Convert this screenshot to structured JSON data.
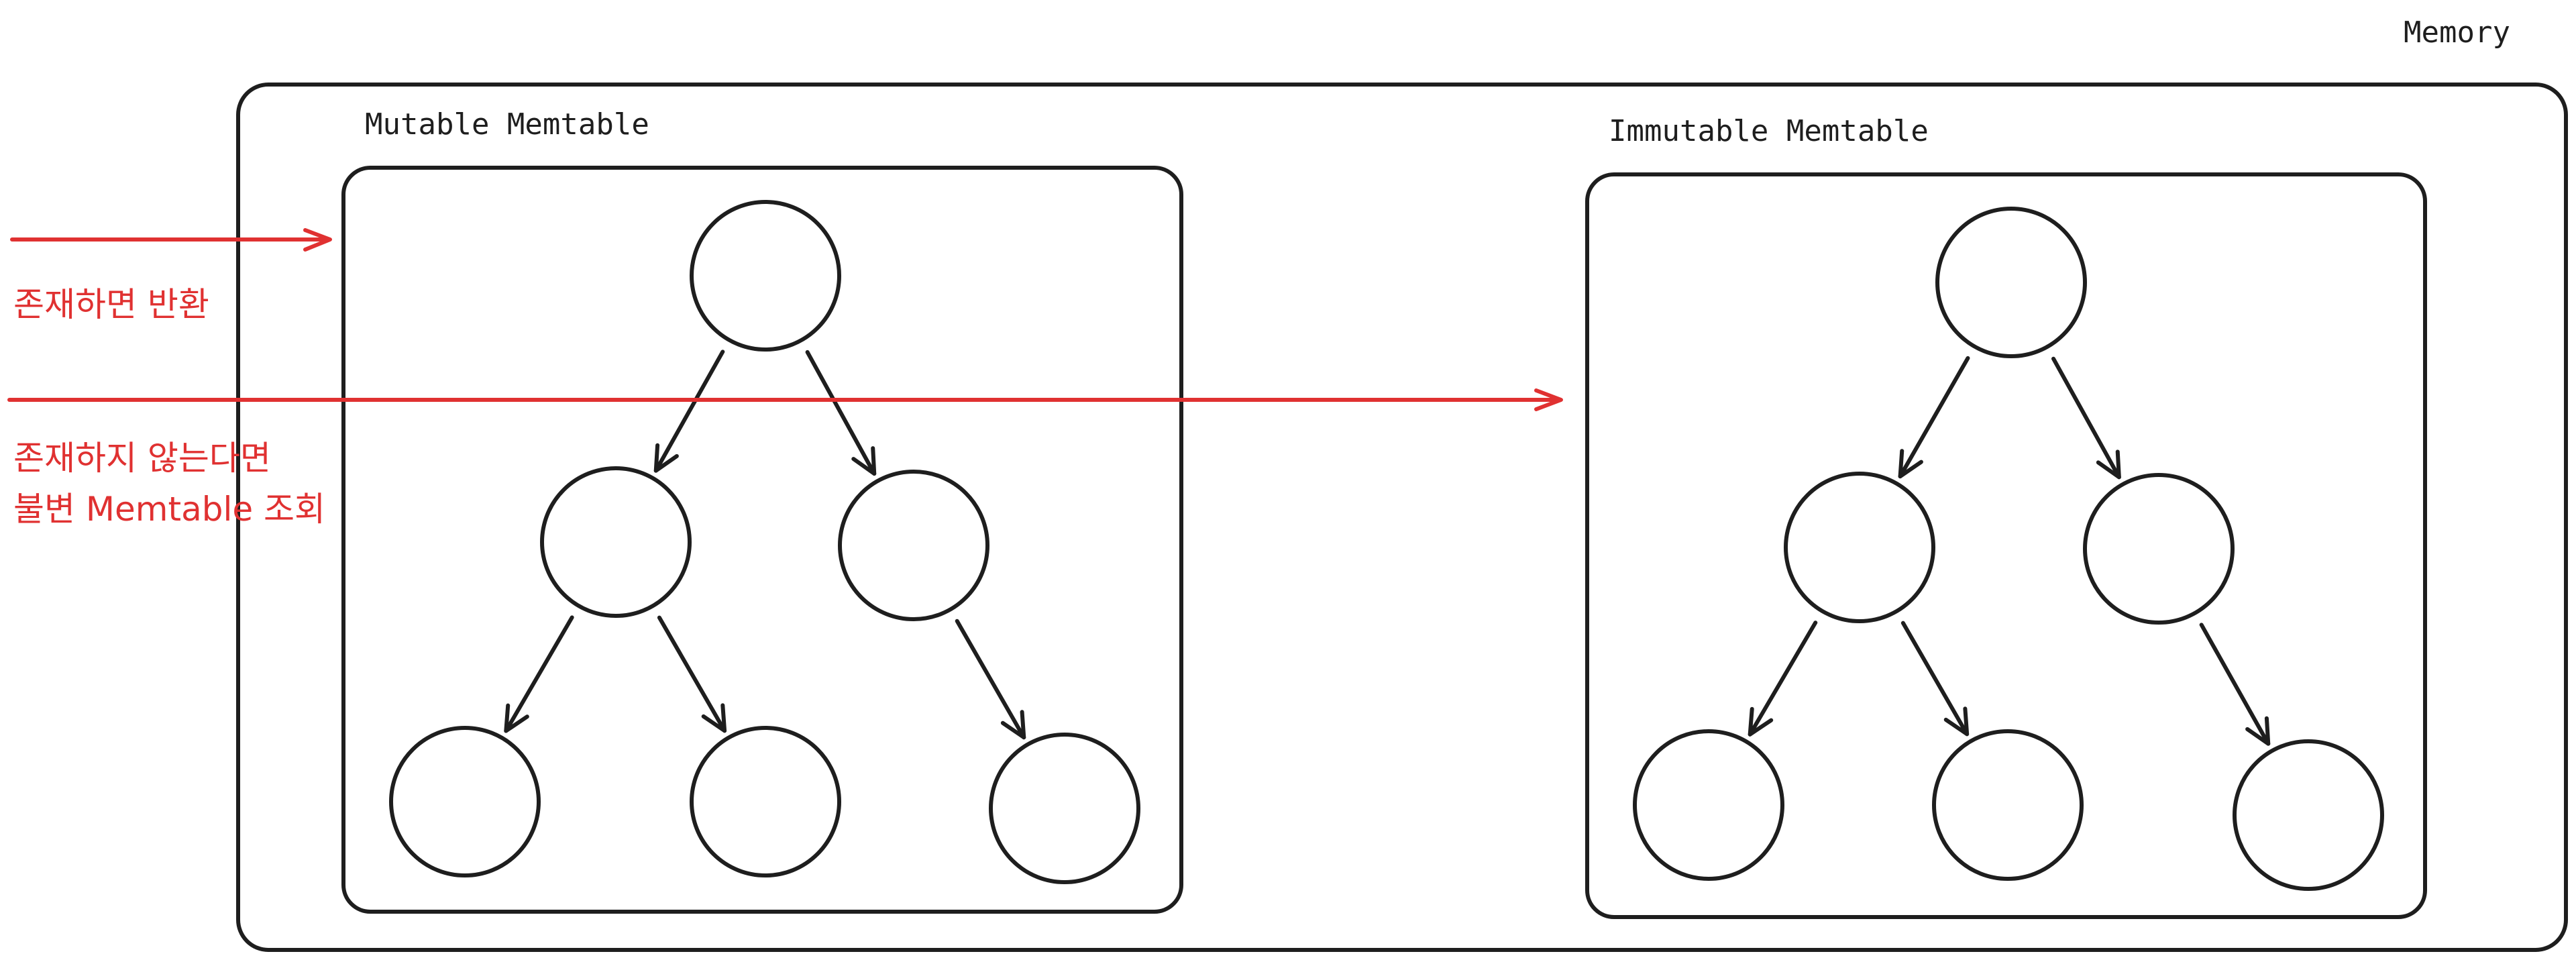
{
  "labels": {
    "memory": "Memory",
    "mutable": "Mutable Memtable",
    "immutable": "Immutable Memtable"
  },
  "annotations": {
    "found": "존재하면 반환",
    "not_found_line1": "존재하지 않는다면",
    "not_found_line2": "불변 Memtable 조회"
  },
  "colors": {
    "stroke": "#1e1e1e",
    "accent": "#e03131",
    "background": "#ffffff"
  },
  "trees": [
    {
      "name": "mutable-tree",
      "nodes": 6,
      "edges": [
        [
          0,
          1
        ],
        [
          0,
          2
        ],
        [
          1,
          3
        ],
        [
          1,
          4
        ],
        [
          2,
          5
        ]
      ]
    },
    {
      "name": "immutable-tree",
      "nodes": 6,
      "edges": [
        [
          0,
          1
        ],
        [
          0,
          2
        ],
        [
          1,
          3
        ],
        [
          1,
          4
        ],
        [
          2,
          5
        ]
      ]
    }
  ]
}
